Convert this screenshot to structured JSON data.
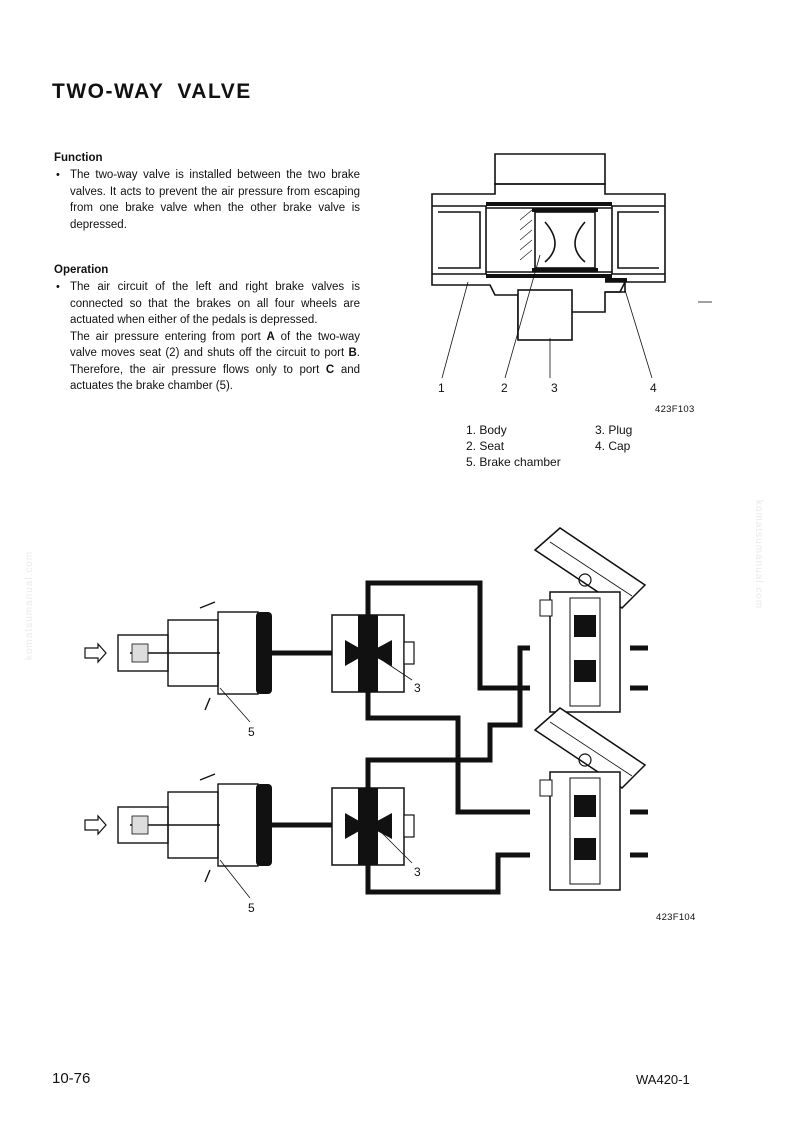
{
  "title": "TWO-WAY VALVE",
  "function": {
    "heading": "Function",
    "text": "The two-way valve is installed between the two brake valves. It acts to prevent the air pressure from escaping from one brake valve when the other brake valve is depressed."
  },
  "operation": {
    "heading": "Operation",
    "text1": "The air circuit of the left and right brake valves is connected so that the brakes on all four wheels are actuated when either of the pedals is depressed.",
    "text2_a": "The air pressure entering from port ",
    "port_a": "A",
    "text2_b": " of the two-way valve moves seat (2) and shuts off the circuit to port ",
    "port_b": "B",
    "text2_c": ". Therefore, the air pressure flows only to port ",
    "port_c": "C",
    "text2_d": " and actuates the brake chamber (5)."
  },
  "figure1": {
    "code": "423F103",
    "callouts": [
      "1",
      "2",
      "3",
      "4"
    ]
  },
  "legend": {
    "item1": "1. Body",
    "item2": "2. Seat",
    "item3": "3. Plug",
    "item4": "4. Cap",
    "item5": "5. Brake chamber"
  },
  "figure2": {
    "code": "423F104",
    "callouts": [
      "3",
      "5",
      "3",
      "5"
    ]
  },
  "watermark": "komatsumanual.com",
  "footer": {
    "page_number": "10-76",
    "model": "WA420-1"
  }
}
